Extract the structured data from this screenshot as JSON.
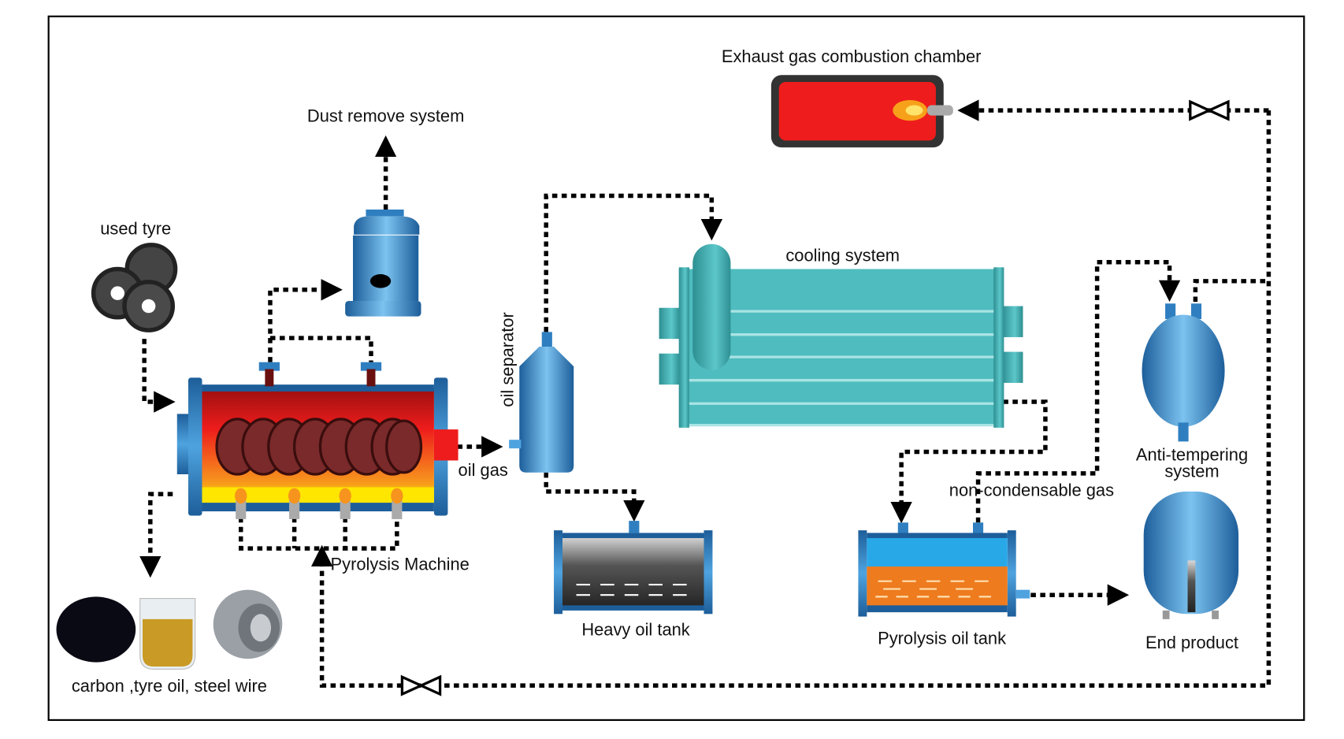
{
  "title": "Tyre pyrolysis plant process flow",
  "labels": {
    "exhaust": "Exhaust gas combustion chamber",
    "dust": "Dust remove system",
    "used_tyre": "used tyre",
    "cooling": "cooling system",
    "oil_separator": "oil separator",
    "oil_gas": "oil gas",
    "pyrolysis_machine": "Pyrolysis Machine",
    "heavy_oil": "Heavy oil tank",
    "pyro_oil": "Pyrolysis oil tank",
    "non_cond": "non-condensable gas",
    "anti_temper_1": "Anti-tempering",
    "anti_temper_2": "system",
    "end_product": "End product",
    "products": "carbon ,tyre oil, steel wire"
  },
  "colors": {
    "vessel_blue": "#2f7fc0",
    "cooling_teal": "#4fbcbf",
    "chamber_red": "#ee1c1c",
    "oil_orange": "#ee7b1e",
    "heavy_oil_dark": "#3a3a3a",
    "flow_line": "#000000"
  }
}
